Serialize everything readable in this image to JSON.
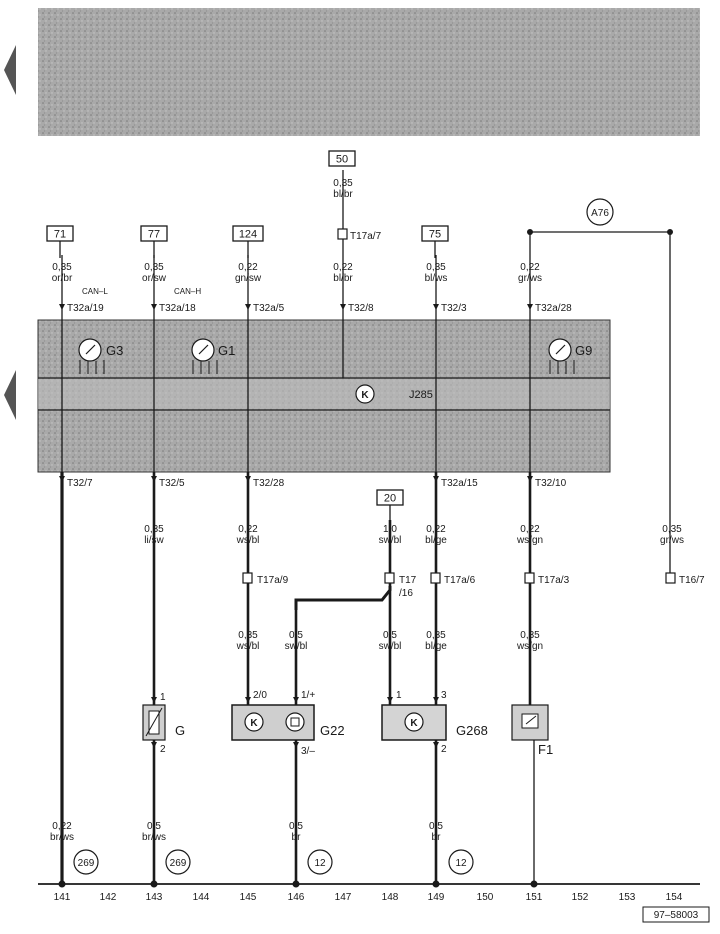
{
  "header_strip": {
    "note": ""
  },
  "terminals": [
    {
      "id": "t71",
      "label": "71"
    },
    {
      "id": "t77",
      "label": "77"
    },
    {
      "id": "t124",
      "label": "124"
    },
    {
      "id": "t50",
      "label": "50"
    },
    {
      "id": "t75",
      "label": "75"
    },
    {
      "id": "t20",
      "label": "20"
    }
  ],
  "top_wires": [
    {
      "size": "0,35",
      "color": "or/br",
      "pin": "T32a/19",
      "bus": "CAN–L"
    },
    {
      "size": "0,35",
      "color": "or/sw",
      "pin": "T32a/18",
      "bus": "CAN–H"
    },
    {
      "size": "0,22",
      "color": "gn/sw",
      "pin": "T32a/5"
    },
    {
      "size": "0,22",
      "color": "bl/br",
      "pin": "T32/8"
    },
    {
      "size": "0,35",
      "color": "bl/ws",
      "pin": "T32/3"
    },
    {
      "size": "0,22",
      "color": "gr/ws",
      "pin": "T32a/28"
    }
  ],
  "wire50": {
    "size": "0,35",
    "color": "bl/br",
    "connector": "T17a/7"
  },
  "ref_a76": "A76",
  "control_unit": {
    "label": "J285",
    "gauges": [
      "G3",
      "G1",
      "G9"
    ]
  },
  "bottom_pins": [
    "T32/7",
    "T32/5",
    "T32/28",
    "T32a/15",
    "T32/10"
  ],
  "mid_wires": [
    {
      "size": "0,35",
      "color": "li/sw"
    },
    {
      "size": "0,22",
      "color": "ws/bl",
      "connector": "T17a/9",
      "size2": "0,35",
      "color2": "ws/bl"
    },
    {
      "size": "1,0",
      "color": "sw/bl",
      "connector": "T17",
      "connector2": "/16"
    },
    {
      "size": "0,22",
      "color": "bl/ge",
      "connector": "T17a/6",
      "size2": "0,35",
      "color2": "bl/ge"
    },
    {
      "size": "0,22",
      "color": "ws/gn",
      "connector": "T17a/3",
      "size2": "0,35",
      "color2": "ws/gn"
    },
    {
      "size": "0,35",
      "color": "gr/ws",
      "connector": "T16/7"
    }
  ],
  "g22_wire": {
    "size": "0,5",
    "color": "sw/bl"
  },
  "g268_wire": {
    "size": "0,5",
    "color": "sw/bl"
  },
  "components": {
    "g": {
      "label": "G",
      "pin1": "1",
      "pin2": "2"
    },
    "g22": {
      "label": "G22",
      "pin_a": "2/0",
      "pin_b": "1/+",
      "pin_c": "3/–"
    },
    "g268": {
      "label": "G268",
      "pin1": "1",
      "pin3": "3",
      "pin2": "2"
    },
    "f1": {
      "label": "F1"
    }
  },
  "ground_wires": [
    {
      "size": "0,22",
      "color": "br/ws",
      "ref": "269"
    },
    {
      "size": "0,5",
      "color": "br/ws",
      "ref": "269"
    },
    {
      "size": "0,5",
      "color": "br",
      "ref": "12"
    },
    {
      "size": "0,5",
      "color": "br",
      "ref": "12"
    }
  ],
  "axis_numbers": [
    "141",
    "142",
    "143",
    "144",
    "145",
    "146",
    "147",
    "148",
    "149",
    "150",
    "151",
    "152",
    "153",
    "154"
  ],
  "figure_code": "97–58003"
}
